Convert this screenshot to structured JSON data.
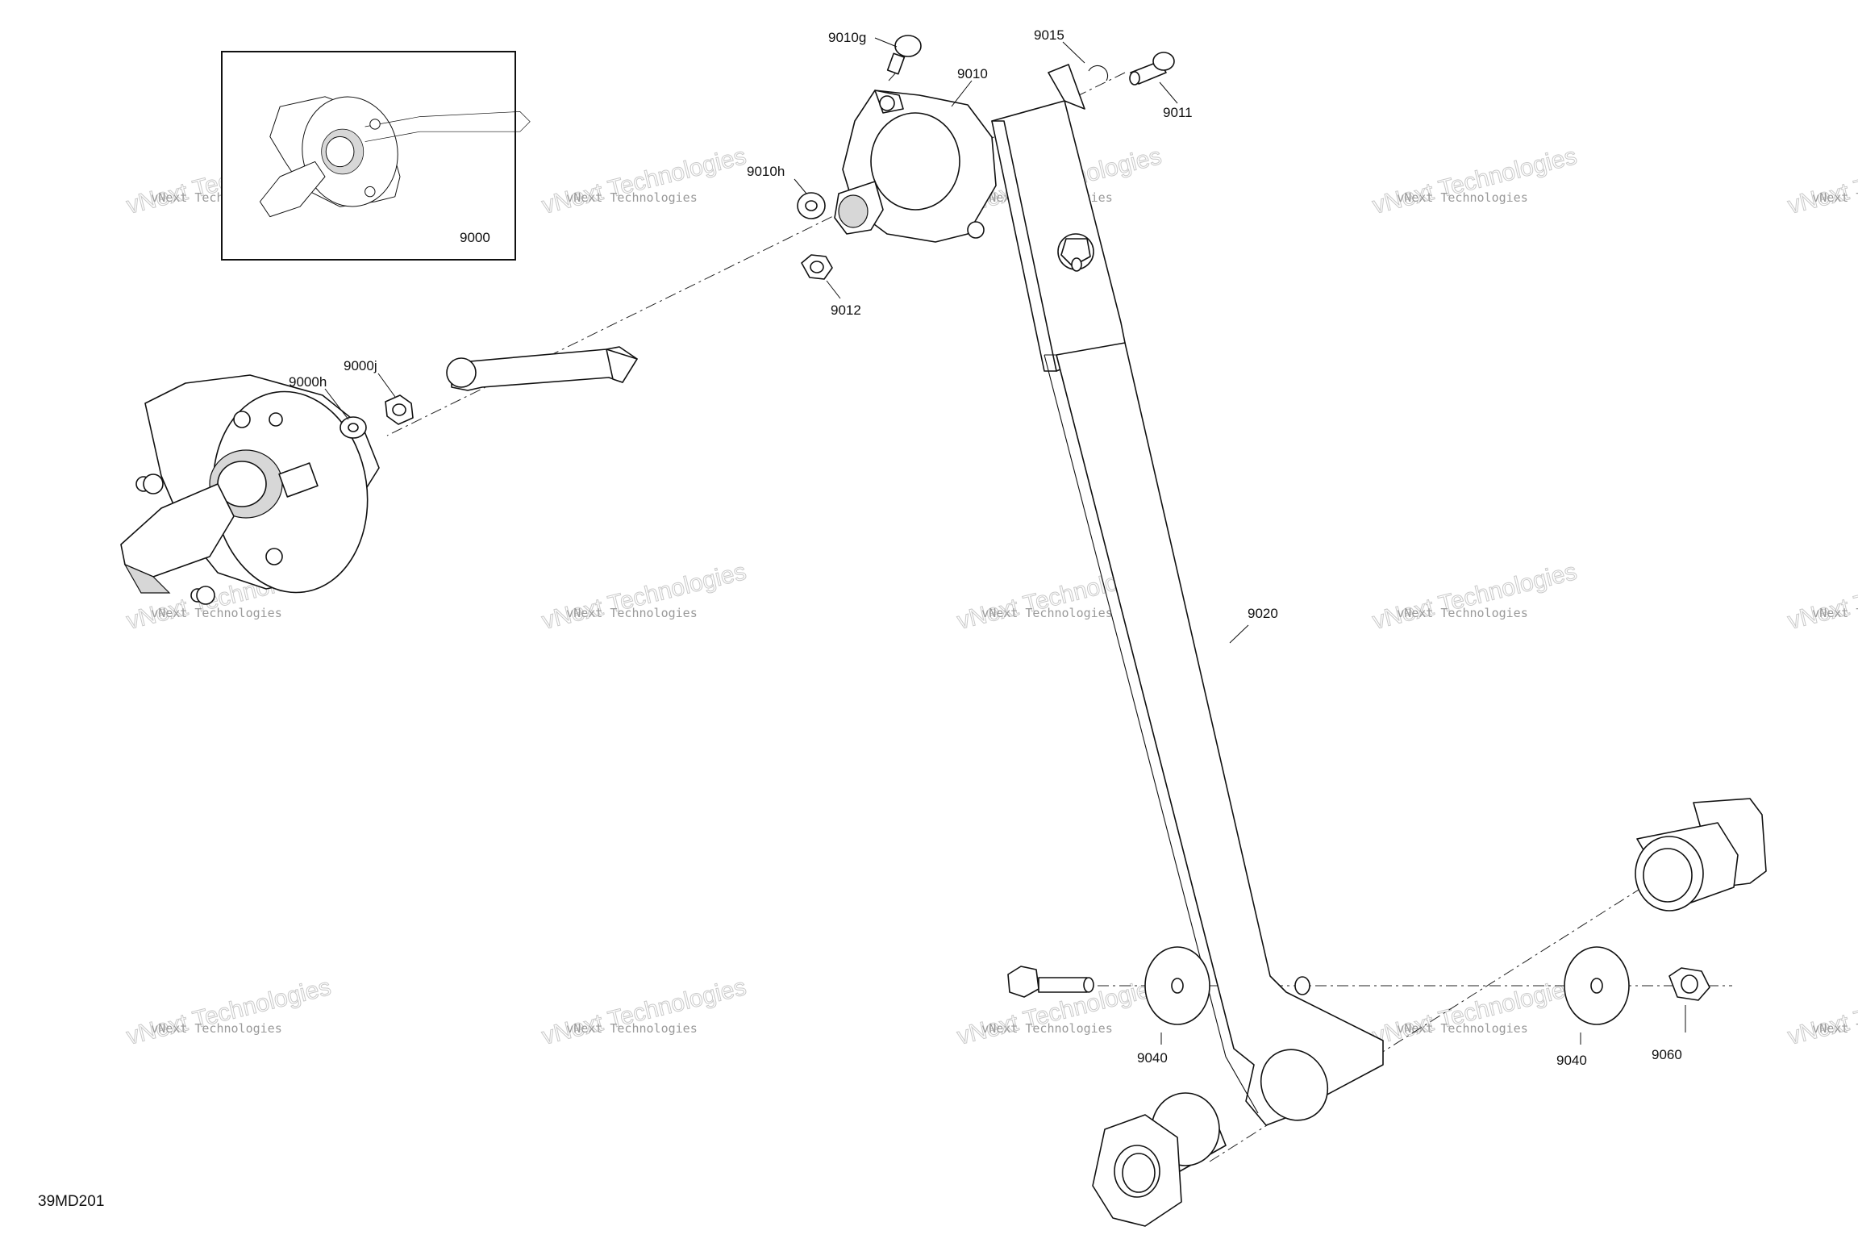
{
  "drawing_id": "39MD201",
  "callouts": {
    "c9000": "9000",
    "c9000h": "9000h",
    "c9000j": "9000j",
    "c9010": "9010",
    "c9010g": "9010g",
    "c9010h": "9010h",
    "c9011": "9011",
    "c9012": "9012",
    "c9015": "9015",
    "c9020": "9020",
    "c9040a": "9040",
    "c9040b": "9040",
    "c9060": "9060"
  },
  "watermark": {
    "line1": "vNext Technologies",
    "line2": "vNext Technologies"
  }
}
